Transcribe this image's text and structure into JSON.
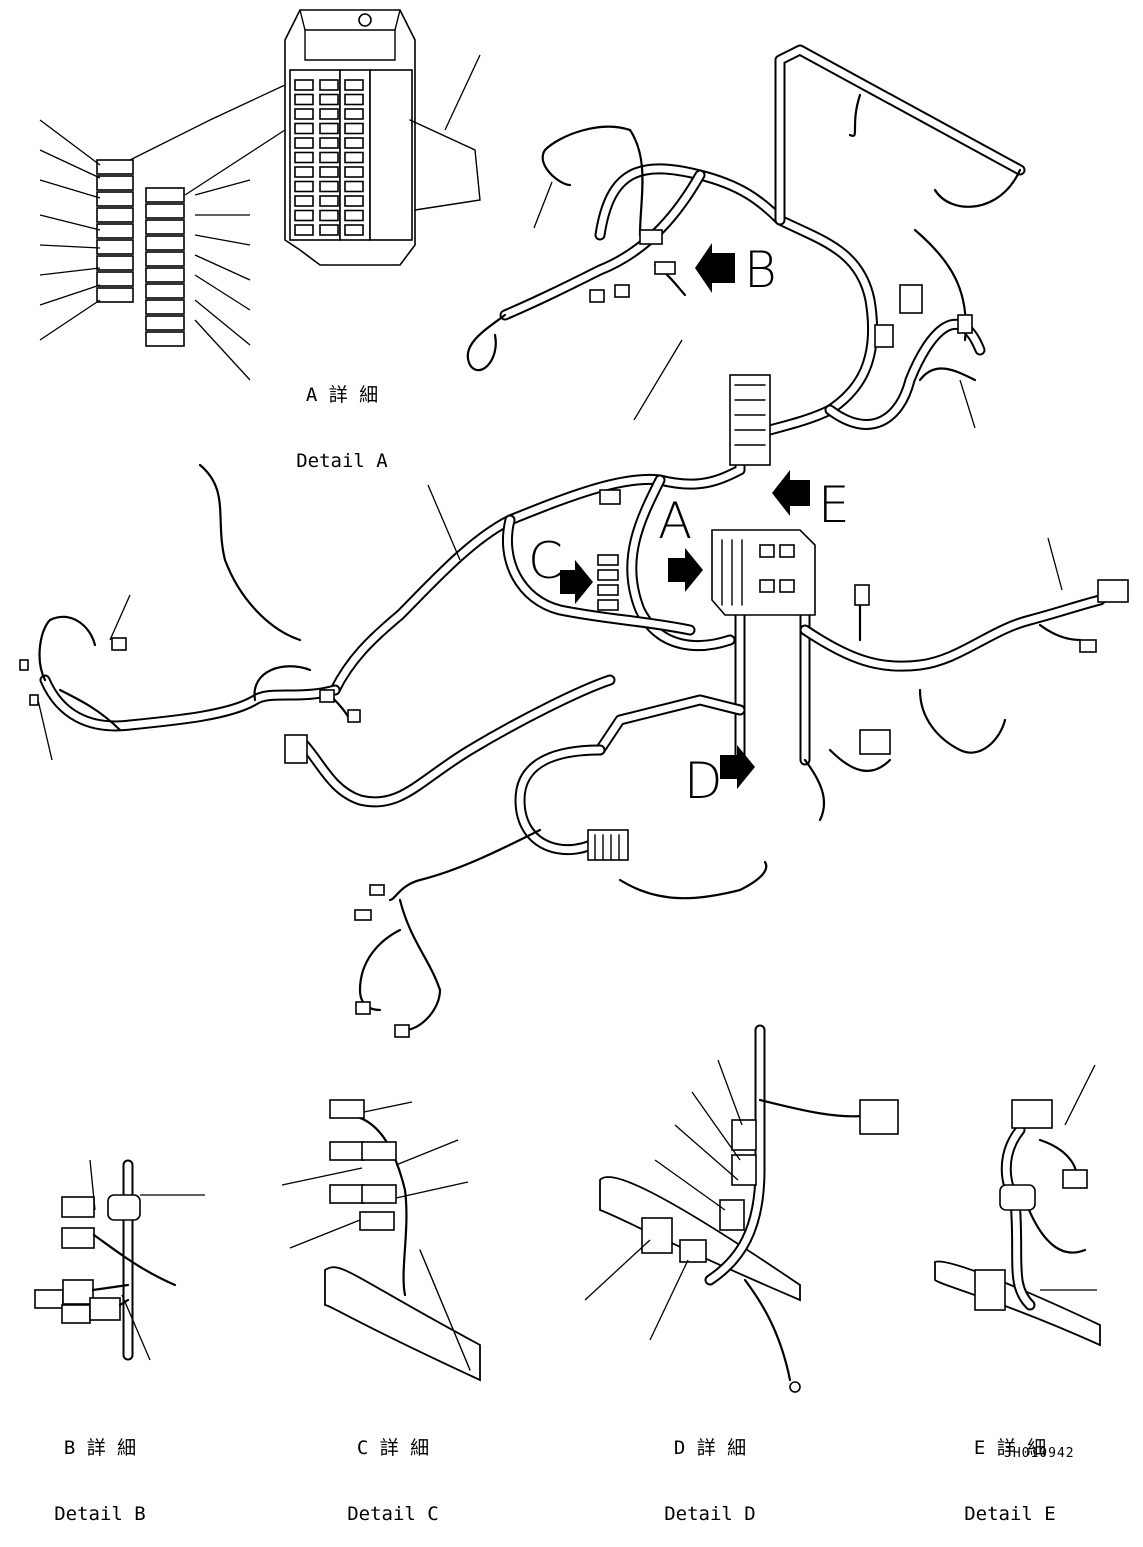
{
  "callouts": {
    "a": "A",
    "b": "B",
    "c": "C",
    "d": "D",
    "e": "E"
  },
  "details": {
    "a": {
      "jp": "A 詳 細",
      "en": "Detail A"
    },
    "b": {
      "jp": "B 詳 細",
      "en": "Detail B"
    },
    "c": {
      "jp": "C 詳 細",
      "en": "Detail C"
    },
    "d": {
      "jp": "D 詳 細",
      "en": "Detail D"
    },
    "e": {
      "jp": "E 詳 細",
      "en": "Detail E"
    }
  },
  "drawing_code": "JH010942",
  "colors": {
    "line": "#000000",
    "background": "#ffffff"
  }
}
